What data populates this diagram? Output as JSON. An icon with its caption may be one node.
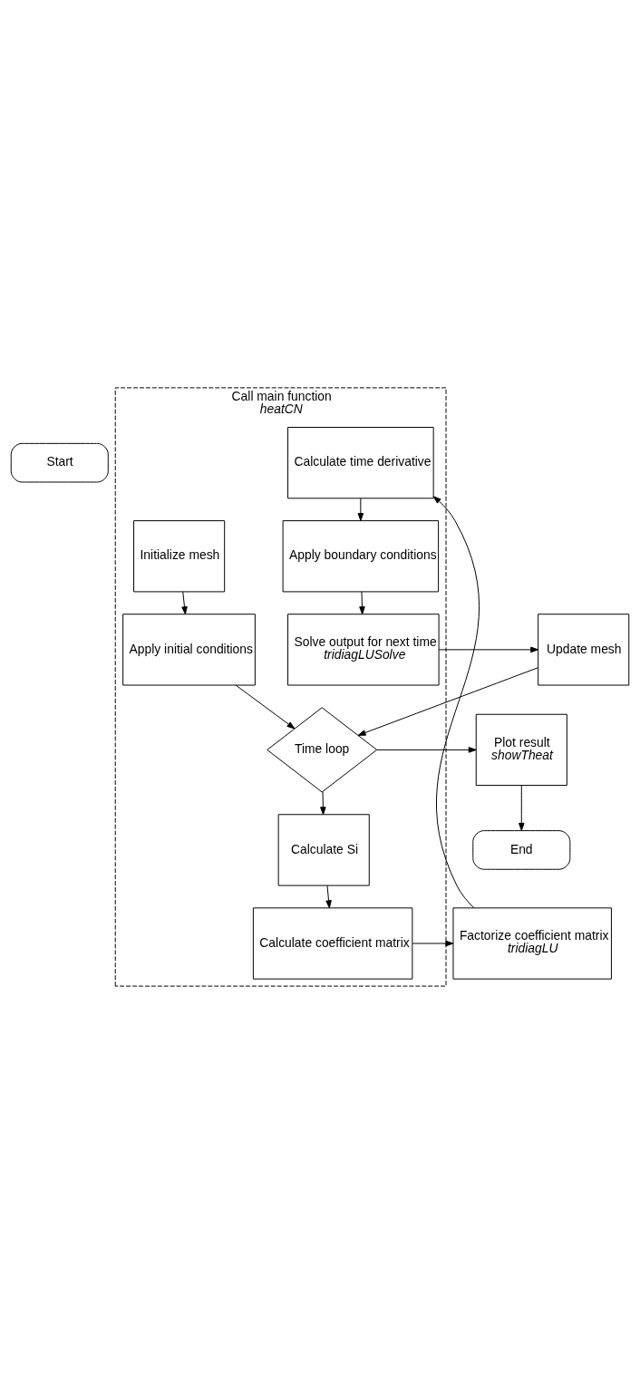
{
  "diagram": {
    "nodes": [
      {
        "text": [
          "Start"
        ]
      },
      {
        "text": [
          "Call main function",
          "heatCN"
        ]
      },
      {
        "text": [
          "Initialize mesh"
        ],
        "in": 1
      },
      {
        "text": [
          "Apply initial conditions"
        ],
        "in": 1
      },
      {
        "text": [
          "Time loop"
        ],
        "in": 1
      },
      {
        "text": [
          "Calculate Si"
        ],
        "in": 1
      },
      {
        "text": [
          "Calculate coefficient matrix"
        ],
        "in": 1
      },
      {
        "text": [
          "Factorize coefficient matrix",
          "tridiagLU"
        ]
      },
      {
        "text": [
          "Calculate time derivative"
        ],
        "in": 1
      },
      {
        "text": [
          "Apply boundary conditions"
        ],
        "in": 1
      },
      {
        "text": [
          "Solve output for next time",
          "tridiagLUSolve"
        ],
        "in": 1
      },
      {
        "text": [
          "Update mesh"
        ]
      },
      {
        "text": [
          "Plot result",
          "showTheat"
        ]
      },
      {
        "text": [
          "End"
        ]
      }
    ],
    "edges": [
      {
        "from": 2,
        "to": 3,
        "arrow": "to"
      },
      {
        "from": 3,
        "to": 4,
        "arrow": "to"
      },
      {
        "from": 4,
        "to": 5,
        "arrow": "to"
      },
      {
        "from": 4,
        "to": 12,
        "arrow": "to"
      },
      {
        "from": 5,
        "to": 6,
        "arrow": "to"
      },
      {
        "from": 6,
        "to": 7,
        "arrow": "to"
      },
      {
        "from": 7,
        "to": 8,
        "arrow": "to"
      },
      {
        "from": 8,
        "to": 9,
        "arrow": "to"
      },
      {
        "from": 9,
        "to": 10,
        "arrow": "to"
      },
      {
        "from": 10,
        "to": 11,
        "arrow": "to"
      },
      {
        "from": 11,
        "to": 4,
        "arrow": "to"
      },
      {
        "from": 12,
        "to": 13,
        "arrow": "to"
      }
    ]
  }
}
